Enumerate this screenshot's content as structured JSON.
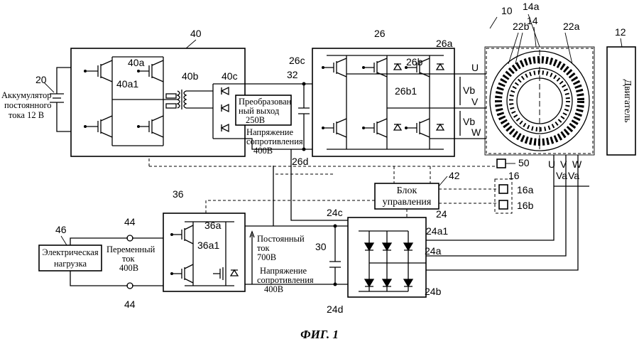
{
  "figure": {
    "caption": "ФИГ. 1"
  },
  "battery": {
    "ref": "20",
    "label_lines": [
      "Аккумулятор",
      "постоянного",
      "тока 12 В"
    ]
  },
  "converter": {
    "ref": "40",
    "ref_a": "40a",
    "ref_a1": "40a1",
    "ref_b": "40b",
    "ref_c": "40c",
    "output_lines": [
      "Преобразован",
      "ный выход",
      "250В"
    ],
    "voltage_lines": [
      "Напряжение",
      "сопротивления",
      "400В"
    ]
  },
  "inverter_26": {
    "ref": "26",
    "ref_a": "26a",
    "ref_b": "26b",
    "ref_b1": "26b1",
    "ref_c": "26c",
    "ref_d": "26d",
    "ref_cap": "32",
    "phases": [
      "U",
      "V",
      "W"
    ],
    "vb": "Vb"
  },
  "motor": {
    "ref_system": "10",
    "ref_stator": "14",
    "ref_stator_a": "14a",
    "ref_coil_b": "22b",
    "ref_coil_a": "22a",
    "ref_engine": "12",
    "engine_label": "Двигатель",
    "phases_out": [
      "U",
      "V",
      "W"
    ],
    "va": "Va"
  },
  "control": {
    "ref": "42",
    "label_lines": [
      "Блок",
      "управления"
    ],
    "sensor_ref": "50",
    "sensor_group": "16",
    "sensor_a": "16a",
    "sensor_b": "16b"
  },
  "inverter_36": {
    "ref": "36",
    "ref_a": "36a",
    "ref_a1": "36a1",
    "dc_lines": [
      "Постоянный",
      "ток",
      "700В"
    ],
    "voltage_lines": [
      "Напряжение",
      "сопротивления",
      "400В"
    ]
  },
  "rectifier_24": {
    "ref": "24",
    "ref_a": "24a",
    "ref_a1": "24a1",
    "ref_b": "24b",
    "ref_c": "24c",
    "ref_d": "24d",
    "ref_cap": "30"
  },
  "load": {
    "ref": "46",
    "label_lines": [
      "Электрическая",
      "нагрузка"
    ],
    "terminal_ref": "44",
    "ac_lines": [
      "Переменный",
      "ток",
      "400В"
    ]
  }
}
